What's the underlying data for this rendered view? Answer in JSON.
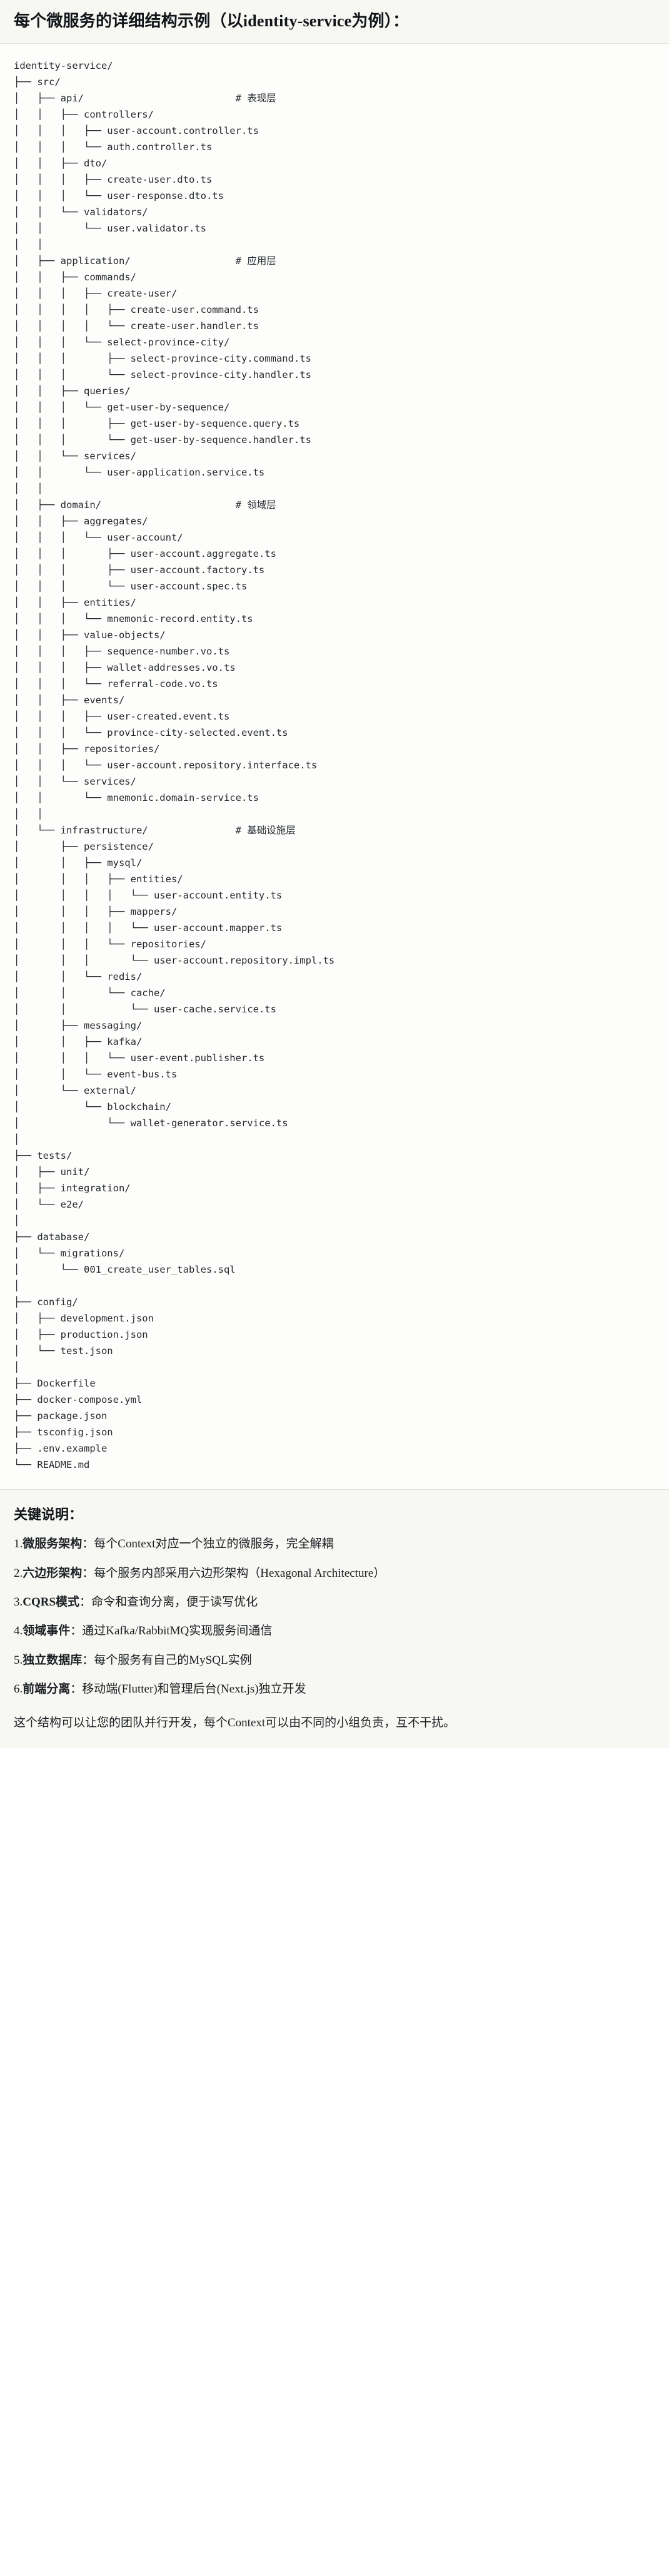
{
  "header": {
    "title": "每个微服务的详细结构示例（以identity-service为例）："
  },
  "tree": {
    "root": "identity-service/",
    "lines": [
      "identity-service/",
      "├── src/",
      "│   ├── api/                          # 表现层",
      "│   │   ├── controllers/",
      "│   │   │   ├── user-account.controller.ts",
      "│   │   │   └── auth.controller.ts",
      "│   │   ├── dto/",
      "│   │   │   ├── create-user.dto.ts",
      "│   │   │   └── user-response.dto.ts",
      "│   │   └── validators/",
      "│   │       └── user.validator.ts",
      "│   │",
      "│   ├── application/                  # 应用层",
      "│   │   ├── commands/",
      "│   │   │   ├── create-user/",
      "│   │   │   │   ├── create-user.command.ts",
      "│   │   │   │   └── create-user.handler.ts",
      "│   │   │   └── select-province-city/",
      "│   │   │       ├── select-province-city.command.ts",
      "│   │   │       └── select-province-city.handler.ts",
      "│   │   ├── queries/",
      "│   │   │   └── get-user-by-sequence/",
      "│   │   │       ├── get-user-by-sequence.query.ts",
      "│   │   │       └── get-user-by-sequence.handler.ts",
      "│   │   └── services/",
      "│   │       └── user-application.service.ts",
      "│   │",
      "│   ├── domain/                       # 领域层",
      "│   │   ├── aggregates/",
      "│   │   │   └── user-account/",
      "│   │   │       ├── user-account.aggregate.ts",
      "│   │   │       ├── user-account.factory.ts",
      "│   │   │       └── user-account.spec.ts",
      "│   │   ├── entities/",
      "│   │   │   └── mnemonic-record.entity.ts",
      "│   │   ├── value-objects/",
      "│   │   │   ├── sequence-number.vo.ts",
      "│   │   │   ├── wallet-addresses.vo.ts",
      "│   │   │   └── referral-code.vo.ts",
      "│   │   ├── events/",
      "│   │   │   ├── user-created.event.ts",
      "│   │   │   └── province-city-selected.event.ts",
      "│   │   ├── repositories/",
      "│   │   │   └── user-account.repository.interface.ts",
      "│   │   └── services/",
      "│   │       └── mnemonic.domain-service.ts",
      "│   │",
      "│   └── infrastructure/               # 基础设施层",
      "│       ├── persistence/",
      "│       │   ├── mysql/",
      "│       │   │   ├── entities/",
      "│       │   │   │   └── user-account.entity.ts",
      "│       │   │   ├── mappers/",
      "│       │   │   │   └── user-account.mapper.ts",
      "│       │   │   └── repositories/",
      "│       │   │       └── user-account.repository.impl.ts",
      "│       │   └── redis/",
      "│       │       └── cache/",
      "│       │           └── user-cache.service.ts",
      "│       ├── messaging/",
      "│       │   ├── kafka/",
      "│       │   │   └── user-event.publisher.ts",
      "│       │   └── event-bus.ts",
      "│       └── external/",
      "│           └── blockchain/",
      "│               └── wallet-generator.service.ts",
      "│",
      "├── tests/",
      "│   ├── unit/",
      "│   ├── integration/",
      "│   └── e2e/",
      "│",
      "├── database/",
      "│   └── migrations/",
      "│       └── 001_create_user_tables.sql",
      "│",
      "├── config/",
      "│   ├── development.json",
      "│   ├── production.json",
      "│   └── test.json",
      "│",
      "├── Dockerfile",
      "├── docker-compose.yml",
      "├── package.json",
      "├── tsconfig.json",
      "├── .env.example",
      "└── README.md"
    ],
    "layer_comments": [
      "# 表现层",
      "# 应用层",
      "# 领域层",
      "# 基础设施层"
    ]
  },
  "keys": {
    "title": "关键说明：",
    "items": [
      {
        "num": "1.",
        "term": "微服务架构",
        "sep": "：",
        "desc": "每个Context对应一个独立的微服务，完全解耦"
      },
      {
        "num": "2.",
        "term": "六边形架构",
        "sep": "：",
        "desc": "每个服务内部采用六边形架构（Hexagonal Architecture）"
      },
      {
        "num": "3.",
        "term": "CQRS模式",
        "sep": "：",
        "desc": "命令和查询分离，便于读写优化"
      },
      {
        "num": "4.",
        "term": "领域事件",
        "sep": "：",
        "desc": "通过Kafka/RabbitMQ实现服务间通信"
      },
      {
        "num": "5.",
        "term": "独立数据库",
        "sep": "：",
        "desc": "每个服务有自己的MySQL实例"
      },
      {
        "num": "6.",
        "term": "前端分离",
        "sep": "：",
        "desc": "移动端(Flutter)和管理后台(Next.js)独立开发"
      }
    ],
    "footer": "这个结构可以让您的团队并行开发，每个Context可以由不同的小组负责，互不干扰。"
  }
}
